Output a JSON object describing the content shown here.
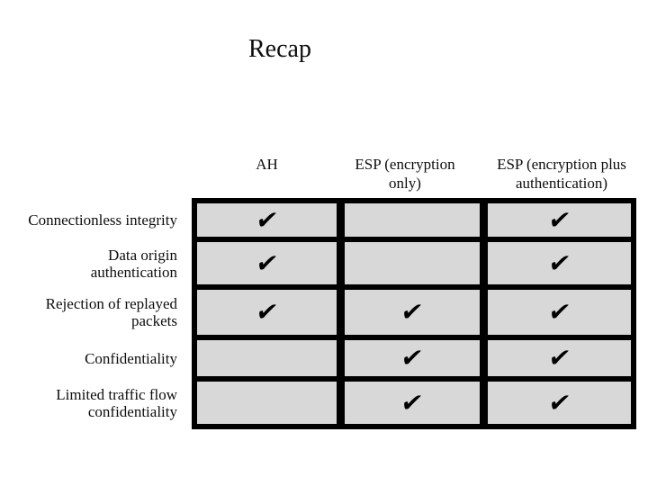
{
  "slide": {
    "title": "Recap"
  },
  "table": {
    "columns": [
      {
        "id": "ah",
        "label": "AH"
      },
      {
        "id": "esp-encryption-only",
        "label": "ESP (encryption only)"
      },
      {
        "id": "esp-encryption-plus-authentication",
        "label": "ESP (encryption plus authentication)"
      }
    ],
    "rows": [
      {
        "label": "Connectionless integrity",
        "checks": [
          true,
          false,
          true
        ]
      },
      {
        "label": "Data origin authentication",
        "checks": [
          true,
          false,
          true
        ]
      },
      {
        "label": "Rejection of replayed packets",
        "checks": [
          true,
          true,
          true
        ]
      },
      {
        "label": "Confidentiality",
        "checks": [
          false,
          true,
          true
        ]
      },
      {
        "label": "Limited traffic flow confidentiality",
        "checks": [
          false,
          true,
          true
        ]
      }
    ],
    "check_glyph": "✔"
  },
  "colors": {
    "cell_bg": "#d8d8d8",
    "table_border": "#000000",
    "text": "#0d0d0d"
  }
}
